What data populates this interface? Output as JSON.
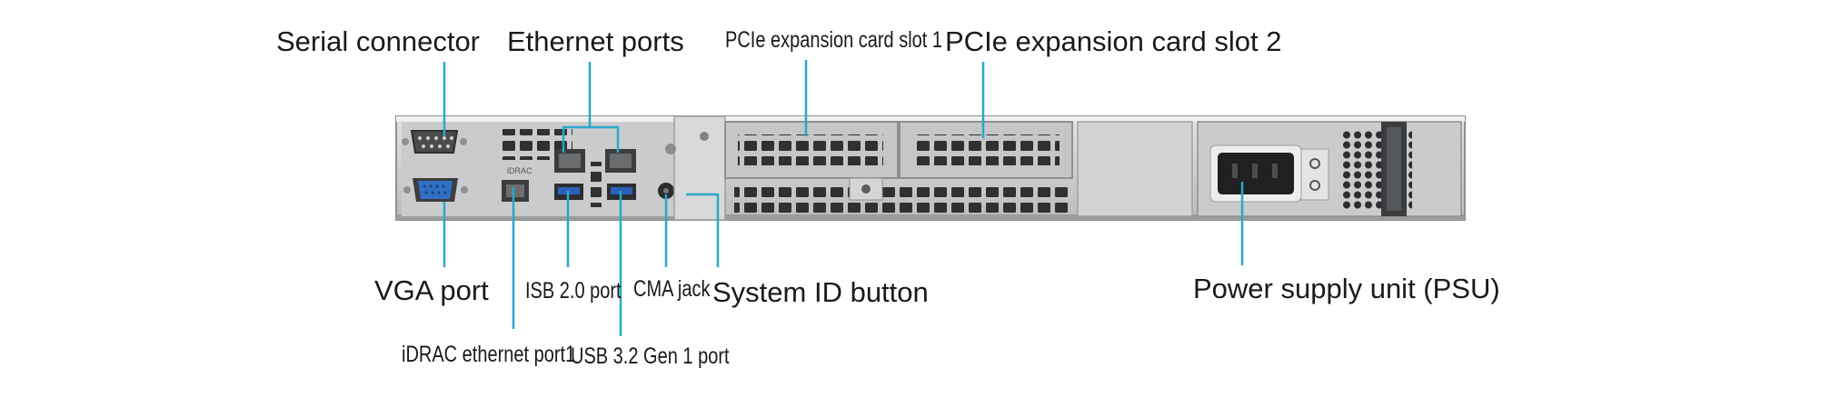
{
  "title": "",
  "labels": {
    "serial_connector": "Serial connector",
    "ethernet_ports": "Ethernet ports",
    "pcie_slot_1": "PCIe expansion card slot 1",
    "pcie_slot_2": "PCIe expansion card slot 2",
    "vga_port": "VGA port",
    "usb2_port": "ISB 2.0 port",
    "cma_jack": "CMA jack",
    "system_id_button": "System ID button",
    "psu": "Power supply unit (PSU)",
    "idrac_port": "iDRAC ethernet port",
    "idrac_port_suffix": "1",
    "usb32_port": "USB 3.2 Gen 1 port"
  },
  "chassis_markings": {
    "idrac": "iDRAC"
  },
  "colors": {
    "callout_line": "#2aa8c9",
    "chassis": "#cfd1d3",
    "chassis_dark": "#3c3e40",
    "vga_blue": "#2f6fc4",
    "usb_blue": "#2b60b8"
  }
}
